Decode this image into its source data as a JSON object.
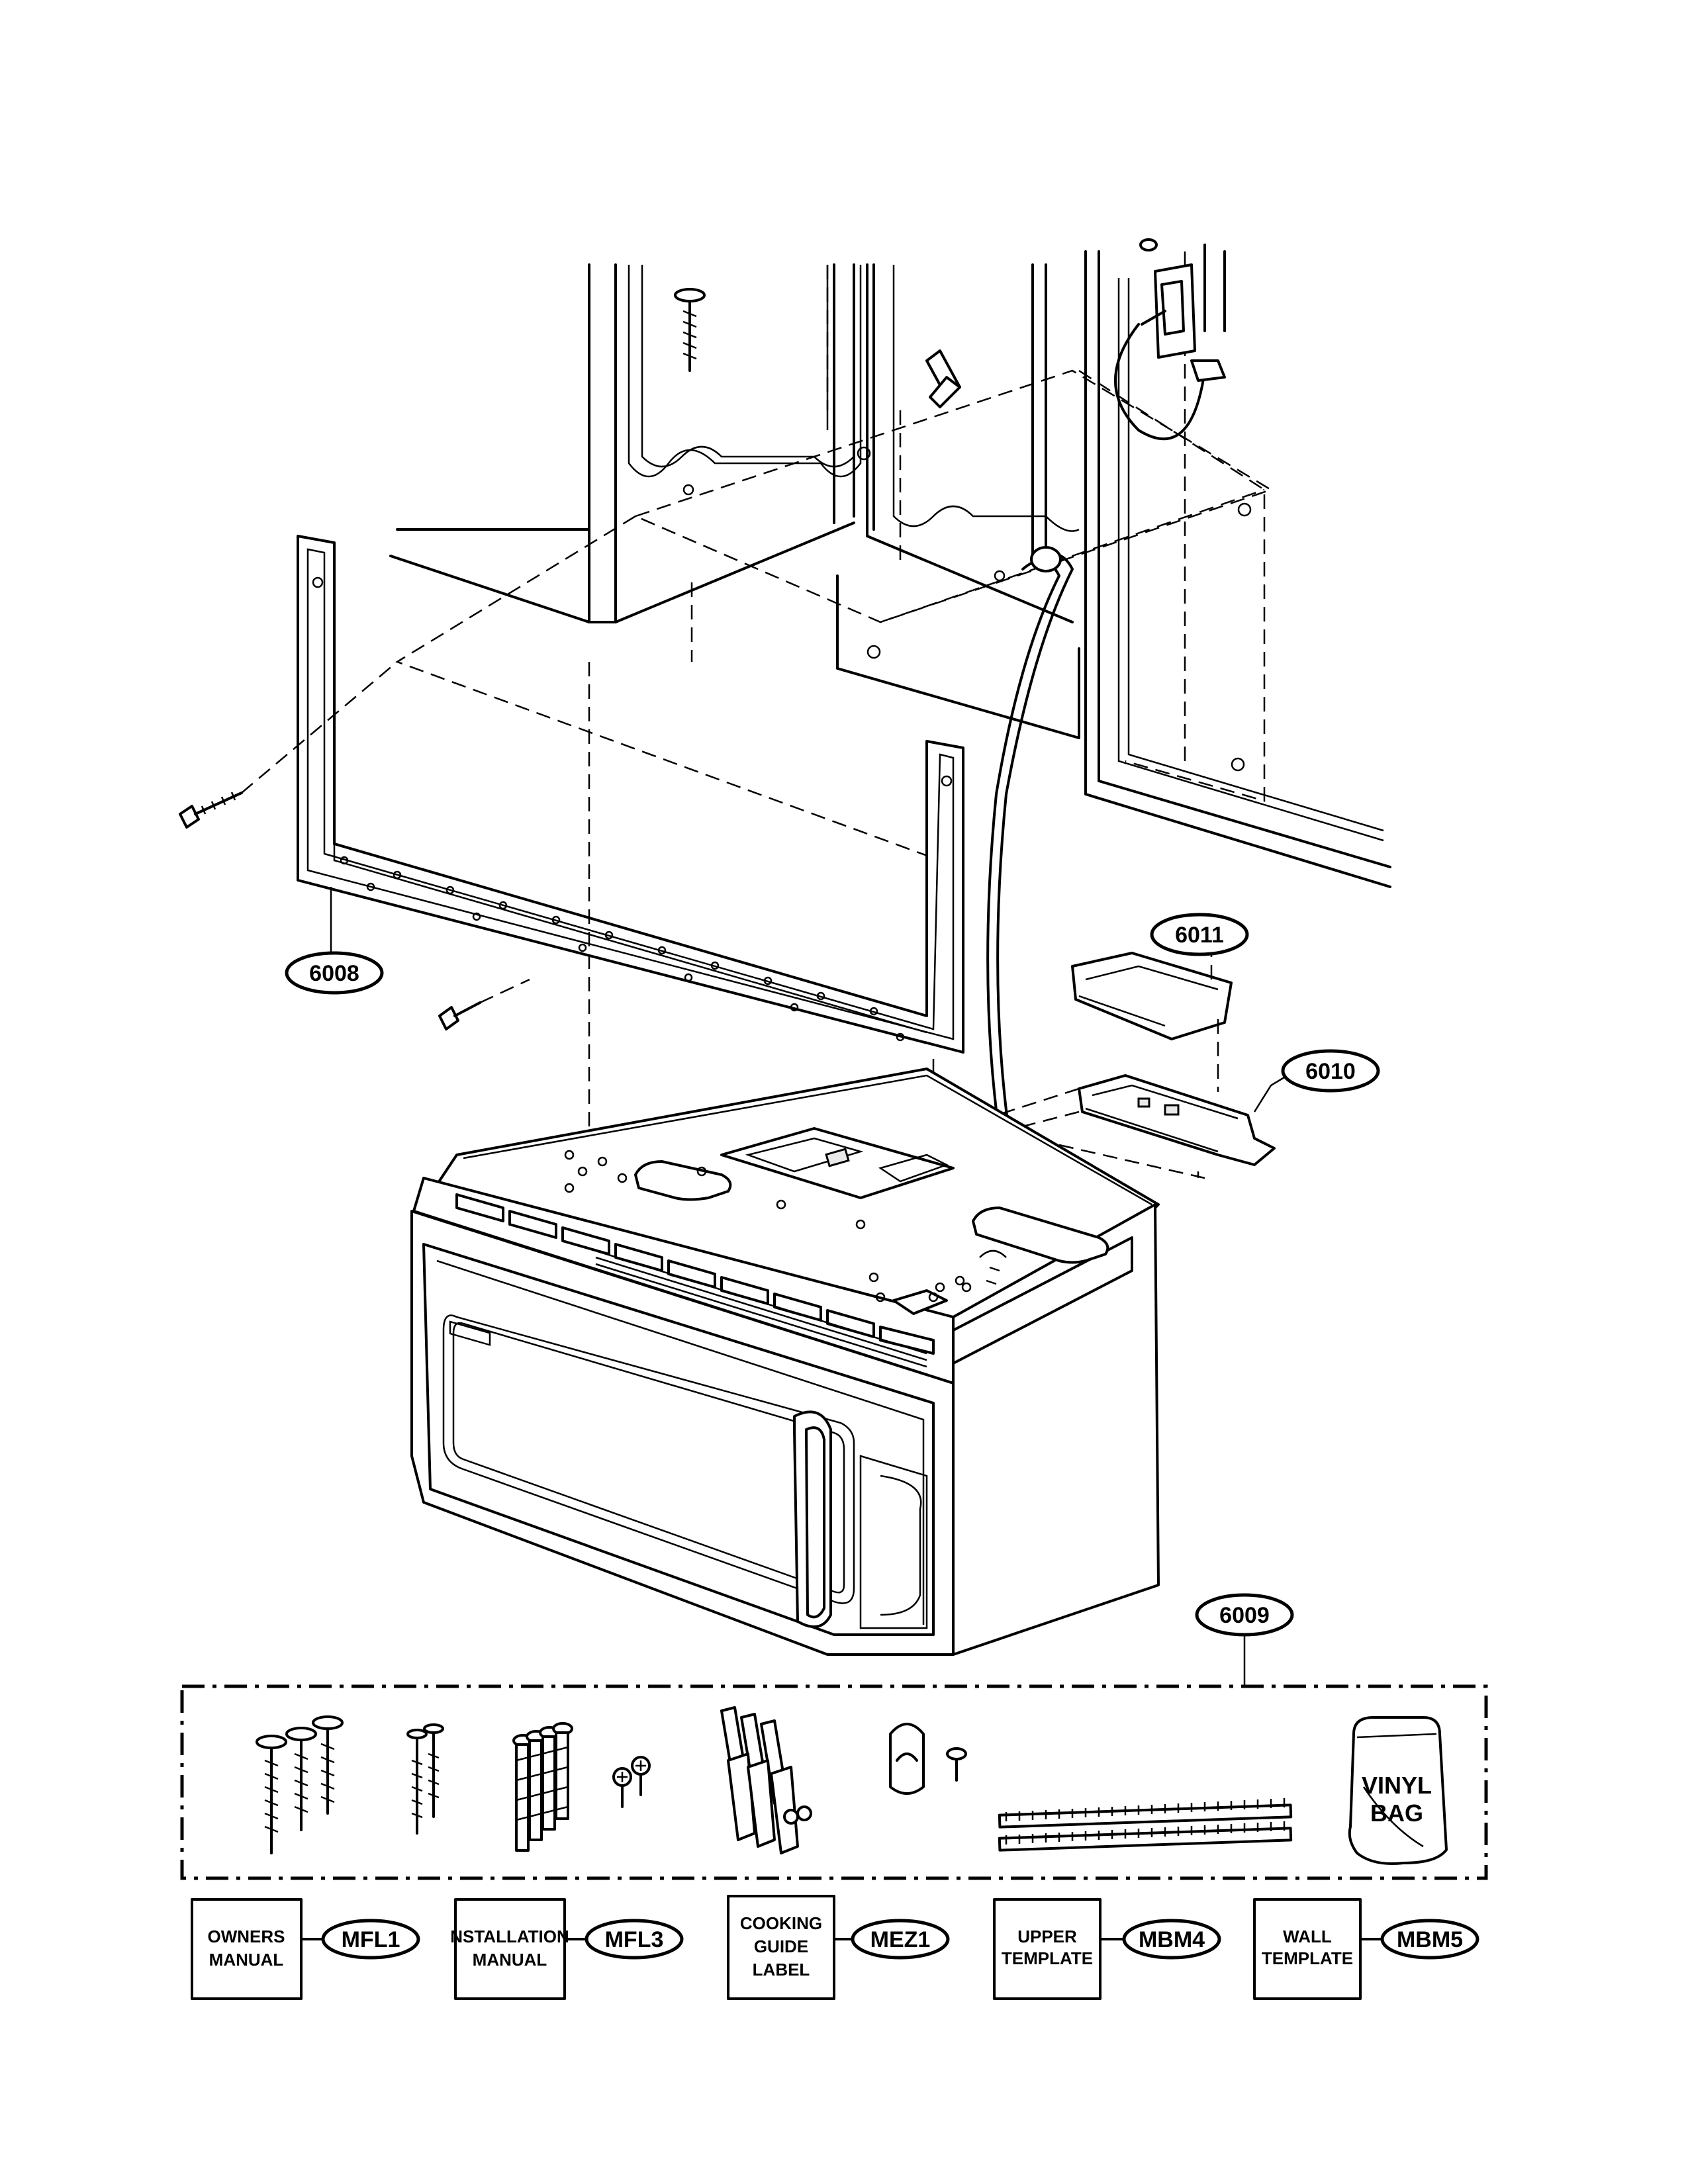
{
  "callouts": {
    "c6008": "6008",
    "c6009": "6009",
    "c6010": "6010",
    "c6011": "6011",
    "cMFL1": "MFL1",
    "cMFL3": "MFL3",
    "cMEZ1": "MEZ1",
    "cMBM4": "MBM4",
    "cMBM5": "MBM5"
  },
  "boxes": {
    "owners": [
      "OWNERS",
      "MANUAL"
    ],
    "installation": [
      "NSTALLATION",
      "MANUAL"
    ],
    "cooking": [
      "COOKING",
      "GUIDE",
      "LABEL"
    ],
    "upper": [
      "UPPER",
      "TEMPLATE"
    ],
    "wall": [
      "WALL",
      "TEMPLATE"
    ]
  },
  "vinyl_bag": [
    "VINYL",
    "BAG"
  ]
}
